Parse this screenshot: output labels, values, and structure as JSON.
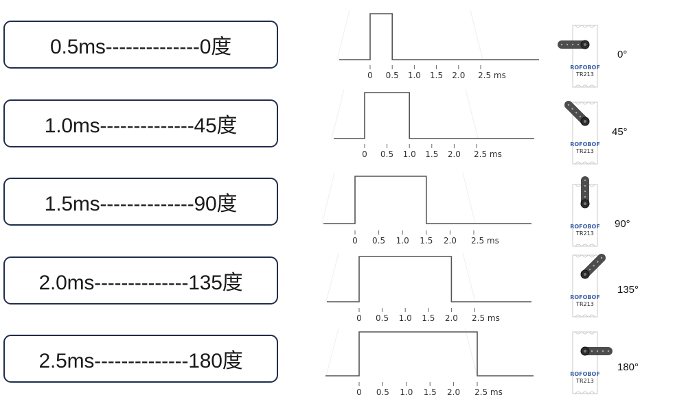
{
  "mappings": [
    {
      "text": "0.5ms--------------0度",
      "pulse_ms": 0.5,
      "angle_deg": 0,
      "angle_label": "0°"
    },
    {
      "text": "1.0ms--------------45度",
      "pulse_ms": 1.0,
      "angle_deg": 45,
      "angle_label": "45°"
    },
    {
      "text": "1.5ms--------------90度",
      "pulse_ms": 1.5,
      "angle_deg": 90,
      "angle_label": "90°"
    },
    {
      "text": "2.0ms--------------135度",
      "pulse_ms": 2.0,
      "angle_deg": 135,
      "angle_label": "135°"
    },
    {
      "text": "2.5ms--------------180度",
      "pulse_ms": 2.5,
      "angle_deg": 180,
      "angle_label": "180°"
    }
  ],
  "axis": {
    "ticks": [
      "0",
      "0.5",
      "1.0",
      "1.5",
      "2.0",
      "2.5 ms"
    ]
  },
  "servo": {
    "brand": "ROFOBOF",
    "model": "TR213"
  },
  "colors": {
    "box_border": "#1f2d4a",
    "signal_line": "#555555",
    "servo_horn": "#4d4d4d"
  }
}
